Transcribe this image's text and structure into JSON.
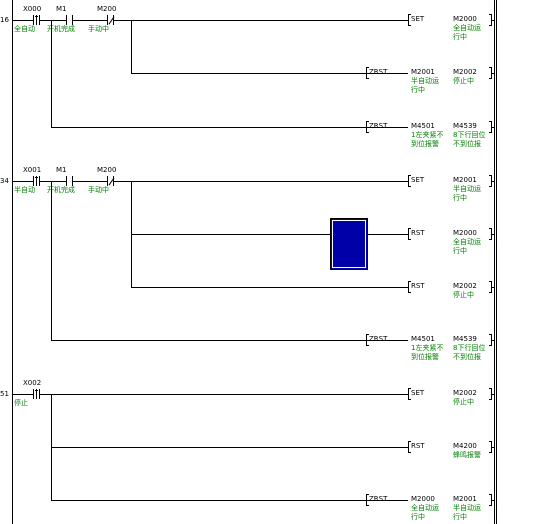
{
  "rungs": [
    {
      "step": "16",
      "contacts": [
        {
          "name": "X000",
          "type": "rising",
          "comment": "全自动"
        },
        {
          "name": "M1",
          "type": "no",
          "comment": "开机完成"
        },
        {
          "name": "M200",
          "type": "nc",
          "comment": "手动中"
        }
      ],
      "outputs": [
        {
          "op": "SET",
          "args": [
            {
              "dev": "M2000",
              "comment": [
                "全自动运",
                "行中"
              ]
            }
          ]
        },
        {
          "op": "ZRST",
          "args": [
            {
              "dev": "M2001",
              "comment": [
                "半自动运",
                "行中"
              ]
            },
            {
              "dev": "M2002",
              "comment": [
                "停止中"
              ]
            }
          ]
        },
        {
          "op": "ZRST",
          "args": [
            {
              "dev": "M4501",
              "comment": [
                "1左夹紧不",
                "到位报警"
              ]
            },
            {
              "dev": "M4539",
              "comment": [
                "8下行回位",
                "不到位报"
              ]
            }
          ]
        }
      ]
    },
    {
      "step": "34",
      "contacts": [
        {
          "name": "X001",
          "type": "rising",
          "comment": "半自动"
        },
        {
          "name": "M1",
          "type": "no",
          "comment": "开机完成"
        },
        {
          "name": "M200",
          "type": "nc",
          "comment": "手动中"
        }
      ],
      "outputs": [
        {
          "op": "SET",
          "args": [
            {
              "dev": "M2001",
              "comment": [
                "半自动运",
                "行中"
              ]
            }
          ]
        },
        {
          "op": "RST",
          "args": [
            {
              "dev": "M2000",
              "comment": [
                "全自动运",
                "行中"
              ]
            }
          ]
        },
        {
          "op": "RST",
          "args": [
            {
              "dev": "M2002",
              "comment": [
                "停止中"
              ]
            }
          ]
        },
        {
          "op": "ZRST",
          "args": [
            {
              "dev": "M4501",
              "comment": [
                "1左夹紧不",
                "到位报警"
              ]
            },
            {
              "dev": "M4539",
              "comment": [
                "8下行回位",
                "不到位报"
              ]
            }
          ]
        }
      ]
    },
    {
      "step": "51",
      "contacts": [
        {
          "name": "X002",
          "type": "rising",
          "comment": "停止"
        }
      ],
      "outputs": [
        {
          "op": "SET",
          "args": [
            {
              "dev": "M2002",
              "comment": [
                "停止中"
              ]
            }
          ]
        },
        {
          "op": "RST",
          "args": [
            {
              "dev": "M4200",
              "comment": [
                "蜂鸣报警"
              ]
            }
          ]
        },
        {
          "op": "ZRST",
          "args": [
            {
              "dev": "M2000",
              "comment": [
                "全自动运",
                "行中"
              ]
            },
            {
              "dev": "M2001",
              "comment": [
                "半自动运",
                "行中"
              ]
            }
          ]
        }
      ]
    }
  ]
}
